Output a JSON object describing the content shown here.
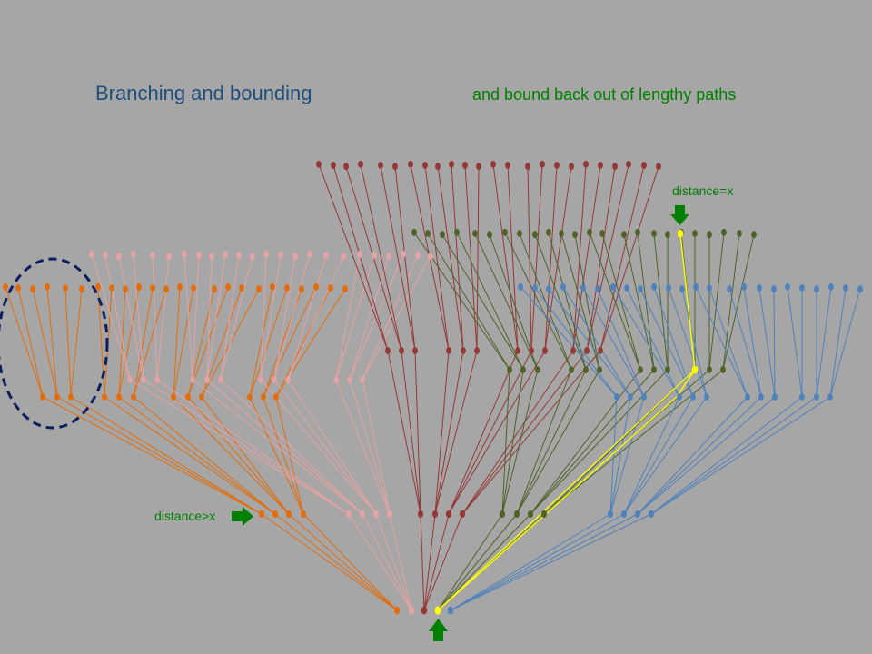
{
  "slide": {
    "title": "Branching and bounding",
    "subtitle": "and bound back out of lengthy paths",
    "label_distance_equal": "distance=x",
    "label_distance_greater": "distance>x"
  },
  "colors": {
    "background": "#a6a6a6",
    "orange_branch": "#e46c0a",
    "pink_branch": "#e6a3a3",
    "red_branch": "#953735",
    "olive_branch": "#4f6228",
    "blue_branch": "#4f81bd",
    "highlight_path": "#ffff00",
    "arrow": "#008000",
    "bound_circle": "#0a1f5c"
  },
  "icons": {
    "arrow_up": "arrow-up-icon",
    "arrow_down": "arrow-down-icon",
    "arrow_right": "arrow-right-icon",
    "bound_region": "dashed-circle"
  }
}
